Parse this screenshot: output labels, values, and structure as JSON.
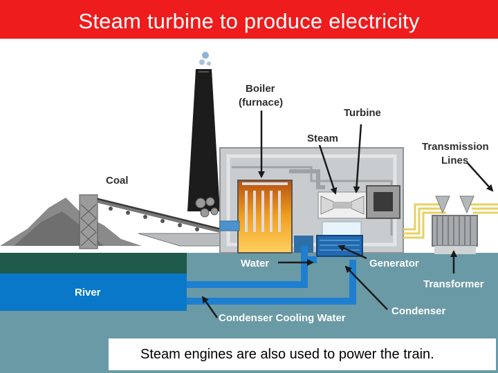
{
  "title": "Steam turbine to produce electricity",
  "labels": {
    "boiler_line1": "Boiler",
    "boiler_line2": "(furnace)",
    "turbine": "Turbine",
    "steam": "Steam",
    "transmission_line1": "Transmission",
    "transmission_line2": "Lines",
    "coal": "Coal",
    "water": "Water",
    "generator": "Generator",
    "river": "River",
    "transformer": "Transformer",
    "condenser": "Condenser",
    "condenser_cooling_water": "Condenser Cooling Water"
  },
  "caption": "Steam engines are also used to power the train.",
  "colors": {
    "title_bar": "#ee1c1c",
    "river": "#0a78c8",
    "ground": "#1f5a4a",
    "water_body": "#6a9aa6",
    "plant_wall": "#c8ccce",
    "fire": "#f0a020",
    "power_lines": "#e8d060"
  }
}
